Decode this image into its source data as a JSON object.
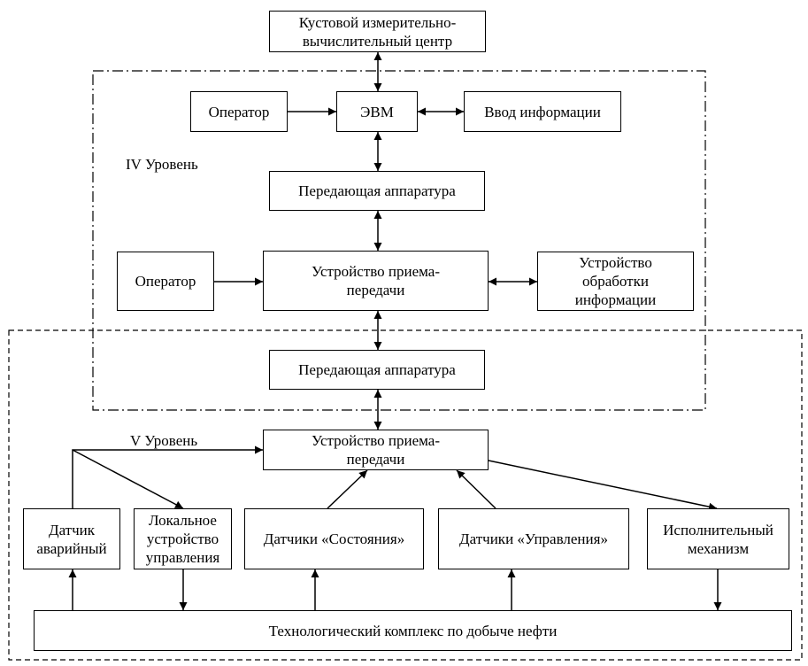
{
  "regions": {
    "level4": {
      "label": "IV Уровень"
    },
    "level5": {
      "label": "V Уровень"
    }
  },
  "boxes": {
    "cluster_center": "Кустовой измерительно-\nвычислительный центр",
    "evm": "ЭВМ",
    "operator_top": "Оператор",
    "data_input": "Ввод информации",
    "transmitter_1": "Передающая аппаратура",
    "transceiver_1": "Устройство приема-\nпередачи",
    "operator_mid": "Оператор",
    "processing_unit": "Устройство\nобработки\nинформации",
    "transmitter_2": "Передающая аппаратура",
    "transceiver_2": "Устройство приема-\nпередачи",
    "emergency_sensor": "Датчик\nаварийный",
    "local_control": "Локальное\nустройство\nуправления",
    "state_sensors": "Датчики «Состояния»",
    "control_sensors": "Датчики «Управления»",
    "actuator": "Исполнительный\nмеханизм",
    "tech_complex": "Технологический комплекс по добыче нефти"
  }
}
